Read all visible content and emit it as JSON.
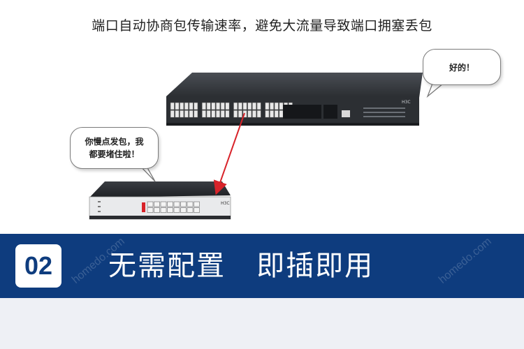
{
  "caption": "端口自动协商包传输速率，避免大流量导致端口拥塞丢包",
  "bubble_right": "好的！",
  "bubble_left": {
    "line1": "你慢点发包，我",
    "line2": "都要堵住啦！"
  },
  "big_switch_brand": "H3C",
  "small_switch_brand": "H3C",
  "banner": {
    "number": "02",
    "title": "无需配置   即插即用"
  },
  "watermark": "homedo.com",
  "colors": {
    "banner": "#0e3c7e",
    "arrow": "#d8232a",
    "switch_body": "#2c2f33"
  }
}
